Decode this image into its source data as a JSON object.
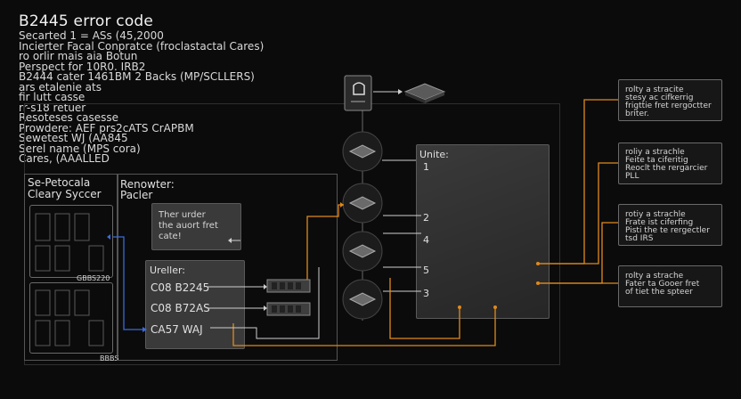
{
  "header": {
    "title": "B2445 error code",
    "lines": [
      "Secarted  1 = ASs (45,2000",
      "Incierter Facal Conpratce (froclastactal Cares)",
      "ro orlir mais    aia Botun",
      "Perspect for 10R0. IRB2",
      "B2444 cater 1461BM 2 Backs (MP/SCLLERS)",
      "ars etalenie ats",
      "fir lutt casse",
      "rr-s18 retuer",
      "Resoteses casesse",
      "Prowdere: AEF prs2cATS CrAPBM",
      "Sewetest WJ (AA845",
      "Serel  name (MPS cora)",
      "Cares, (AAALLED"
    ]
  },
  "left_panel": {
    "title_line1": "Se-Petocala",
    "title_line2": "Cleary Syccer",
    "sub_caption": "GBBS220",
    "footer_caption": "BBBS"
  },
  "center_panel": {
    "title_line1": "Renowter:",
    "title_line2": "Pacler",
    "note_line1": "Ther urder",
    "note_line2": "the auort fret",
    "note_line3": "cate!",
    "codes_title": "Ureller:",
    "codes": [
      "C08 B2245",
      "C08 B72AS",
      "CA57 WAJ"
    ]
  },
  "right_unit": {
    "label": "Unite:",
    "ports": [
      "1",
      "2",
      "4",
      "5",
      "3"
    ]
  },
  "outputs": [
    {
      "line1": "rolty a stracite",
      "line2": "stesy ac cifkerrig",
      "line3": "frigttie fret rergoctter",
      "line4": "briter."
    },
    {
      "line1": "roliy a strachle",
      "line2": "Feite ta ciferitig",
      "line3": "Reoclt the rergarcier",
      "line4": "PLL"
    },
    {
      "line1": "rotiy a strachle",
      "line2": "Frate ist ciferfing",
      "line3": "Pisti the te rergectler",
      "line4": "tsd IRS"
    },
    {
      "line1": "rolty a strache",
      "line2": "Fater ta Gooer fret",
      "line3": "of tiet the spteer",
      "line4": ""
    }
  ],
  "colors": {
    "accent_orange": "#e08a1c",
    "accent_blue": "#3a6ad8",
    "wire_white": "#cfcfcf",
    "panel_gray": "#3a3a3a"
  },
  "icons": [
    "router-icon",
    "chip-stack-icon",
    "board-icon"
  ]
}
